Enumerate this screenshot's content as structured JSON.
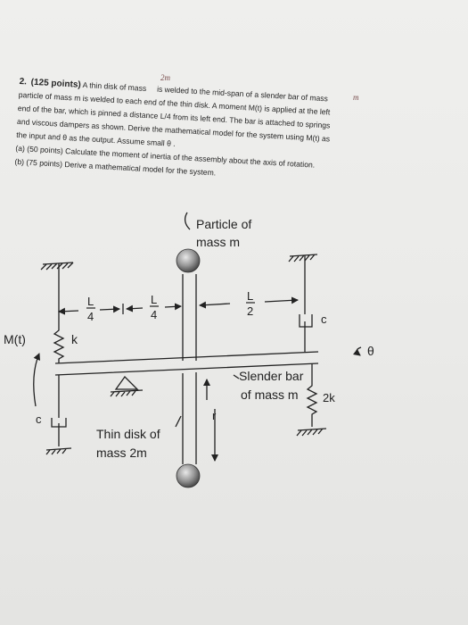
{
  "problem": {
    "number": "2.",
    "points_label": "(125 points)",
    "handwritten_top": "2m",
    "handwritten_right": "m",
    "lines": [
      "A thin disk of mass",
      "is welded to the mid-span of a slender bar of mass",
      "particle of mass m is welded to each end of the thin disk. A moment M(t) is applied at the left",
      "end of the bar, which is pinned a distance L/4 from its left end. The bar is attached to springs",
      "and viscous dampers as shown. Derive the mathematical model for the system using M(t) as",
      "the input and θ as the output. Assume small θ .",
      "(a) (50 points) Calculate the moment of inertia of the assembly about the axis of rotation.",
      "(b) (75 points) Derive a mathematical model for the system."
    ]
  },
  "diagram": {
    "particle_label_1": "Particle of",
    "particle_label_2": "mass m",
    "dim_left": {
      "num": "L",
      "den": "4"
    },
    "dim_mid": {
      "num": "L",
      "den": "4"
    },
    "dim_right": {
      "num": "L",
      "den": "2"
    },
    "moment_label": "M(t)",
    "spring_left": "k",
    "damper_left": "c",
    "damper_right": "c",
    "theta_label": "θ",
    "bar_label_1": "Slender bar",
    "bar_label_2": "of mass m",
    "spring_right": "2k",
    "r_label": "r",
    "disk_label_1": "Thin disk of",
    "disk_label_2": "mass 2m"
  }
}
